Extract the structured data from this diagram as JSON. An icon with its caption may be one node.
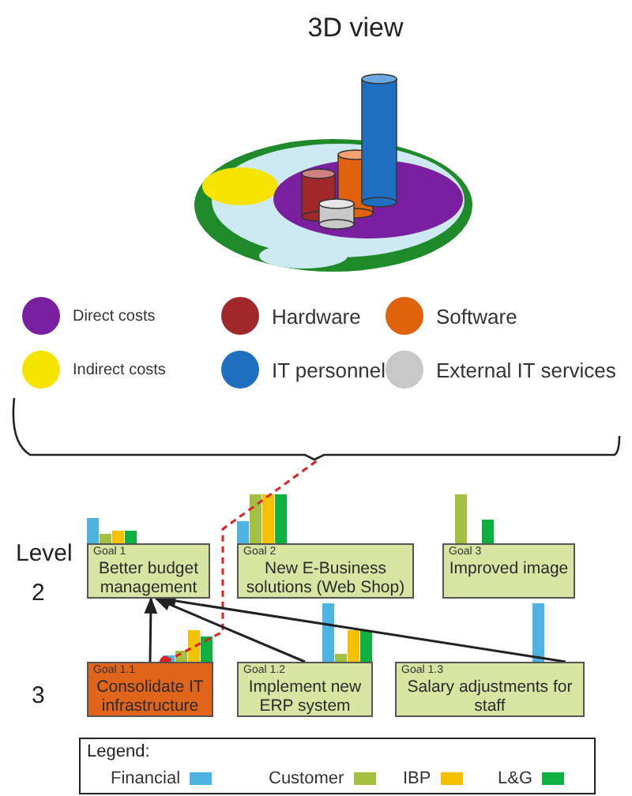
{
  "diagram": {
    "title": "3D view",
    "nodes": [
      {
        "text": [],
        "shape": "bracket"
      },
      {
        "text": [
          "Goal 1",
          "Better budget management"
        ]
      },
      {
        "text": [
          "Goal 2",
          "New E-Business solutions (Web Shop)"
        ]
      },
      {
        "text": [
          "Goal 3",
          "Improved image"
        ]
      },
      {
        "text": [
          "Goal 1.1",
          "Consolidate IT infrastructure"
        ]
      },
      {
        "text": [
          "Goal 1.2",
          "Implement new ERP system"
        ]
      },
      {
        "text": [
          "Goal 1.3",
          "Salary adjustments for staff"
        ]
      }
    ],
    "edges": [
      {
        "from": 0,
        "to": 4,
        "arrow": "other",
        "style": "dashed",
        "color": "#e02020"
      },
      {
        "from": 4,
        "to": 1,
        "arrow": "to"
      },
      {
        "from": 5,
        "to": 1,
        "arrow": "to"
      },
      {
        "from": 6,
        "to": 1,
        "arrow": "to"
      }
    ],
    "labels": [
      "Level",
      "2",
      "3",
      "Legend:"
    ],
    "legend": [
      {
        "text": "Direct costs",
        "color": "#7a1fa0"
      },
      {
        "text": "Hardware",
        "color": "#a0282a"
      },
      {
        "text": "Software",
        "color": "#e0620c"
      },
      {
        "text": "Indirect costs",
        "color": "#f5e400"
      },
      {
        "text": "IT personnel",
        "color": "#1f6fc0"
      },
      {
        "text": "External IT services",
        "color": "#c8c8c8"
      },
      {
        "text": "Financial",
        "color": "#4db3e0"
      },
      {
        "text": "Customer",
        "color": "#a5c040"
      },
      {
        "text": "IBP",
        "color": "#f5c000"
      },
      {
        "text": "L&G",
        "color": "#10b040"
      }
    ]
  }
}
